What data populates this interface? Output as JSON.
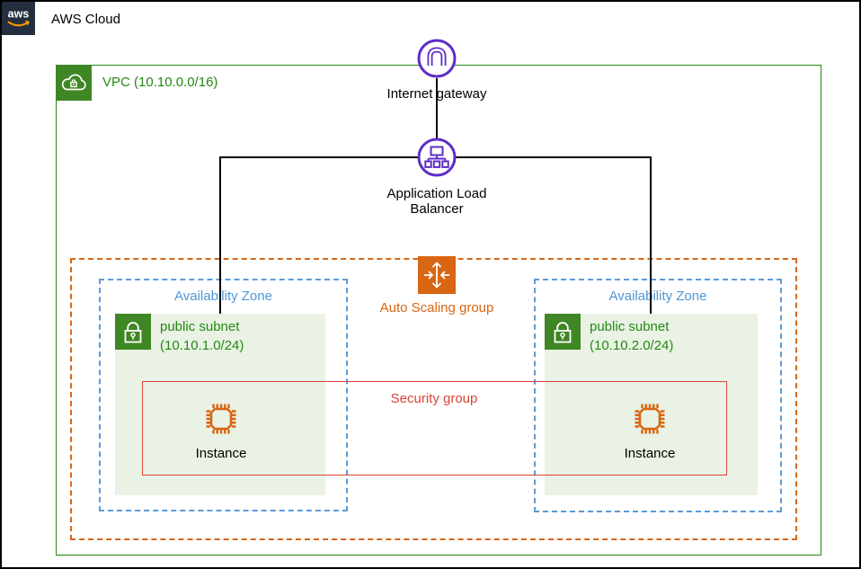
{
  "colors": {
    "green": "#248814",
    "icon_green": "#3F8624",
    "subnet_fill": "#E9F2E4",
    "orange": "#D86613",
    "purple": "#5E2DC7",
    "az_blue": "#5B9CD9",
    "az_text": "#4D96D6",
    "red": "#D9453A",
    "navy": "#232F3E",
    "aws_orange": "#FF9900"
  },
  "aws_cloud": {
    "label": "AWS Cloud",
    "logo_text": "aws"
  },
  "vpc": {
    "label": "VPC (10.10.0.0/16)"
  },
  "internet_gateway": {
    "label": "Internet gateway"
  },
  "load_balancer": {
    "line1": "Application Load",
    "line2": "Balancer"
  },
  "auto_scaling_group": {
    "label": "Auto Scaling group"
  },
  "security_group": {
    "label": "Security group"
  },
  "zones": [
    {
      "label": "Availability Zone",
      "subnet_name": "public subnet",
      "subnet_cidr": "(10.10.1.0/24)",
      "instance_label": "Instance"
    },
    {
      "label": "Availability Zone",
      "subnet_name": "public subnet",
      "subnet_cidr": "(10.10.2.0/24)",
      "instance_label": "Instance"
    }
  ],
  "icons": {
    "aws_logo": "aws-smile-logo",
    "vpc": "cloud-lock-icon",
    "internet_gateway": "gateway-arch-icon",
    "load_balancer": "network-tree-icon",
    "auto_scaling": "scaling-arrows-icon",
    "subnet": "padlock-icon",
    "instance": "cpu-chip-icon"
  }
}
